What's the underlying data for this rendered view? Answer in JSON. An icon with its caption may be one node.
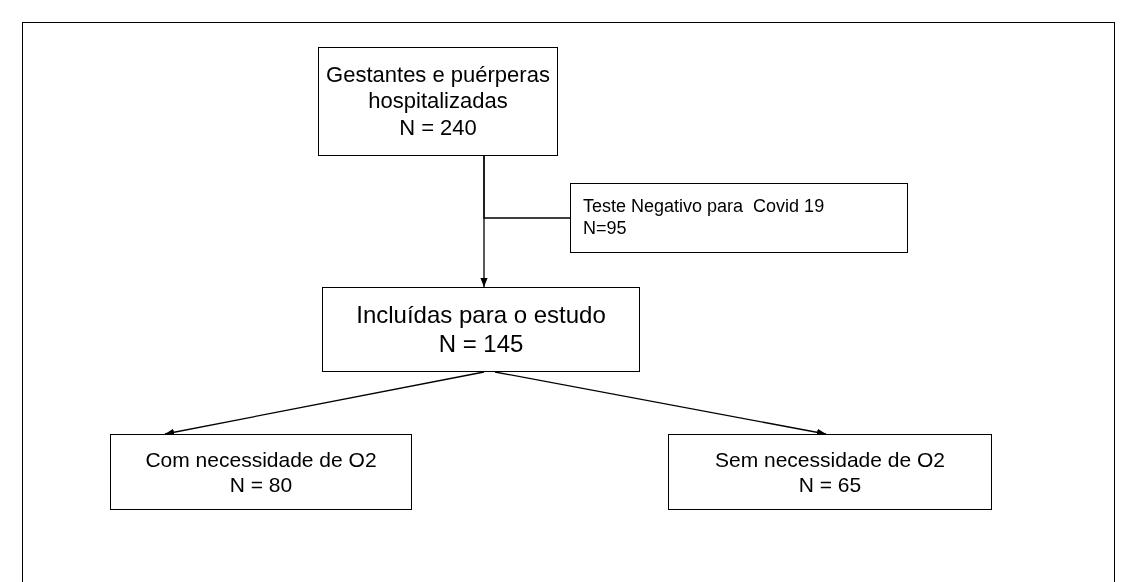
{
  "diagram": {
    "nodes": [
      {
        "text": [
          "Gestantes e puérperas hospitalizadas",
          "N = 240"
        ]
      },
      {
        "text": [
          "Teste Negativo para  Covid 19",
          "N=95"
        ]
      },
      {
        "text": [
          "Incluídas para o estudo",
          "N = 145"
        ]
      },
      {
        "text": [
          "Com necessidade de O2",
          "N = 80"
        ]
      },
      {
        "text": [
          "Sem necessidade de O2",
          "N = 65"
        ]
      }
    ],
    "edges": [
      {
        "from": 0,
        "to": 2,
        "arrow": "to"
      },
      {
        "from": 0,
        "to": 1,
        "arrow": "none"
      },
      {
        "from": 2,
        "to": 3,
        "arrow": "to"
      },
      {
        "from": 2,
        "to": 4,
        "arrow": "to"
      }
    ]
  }
}
